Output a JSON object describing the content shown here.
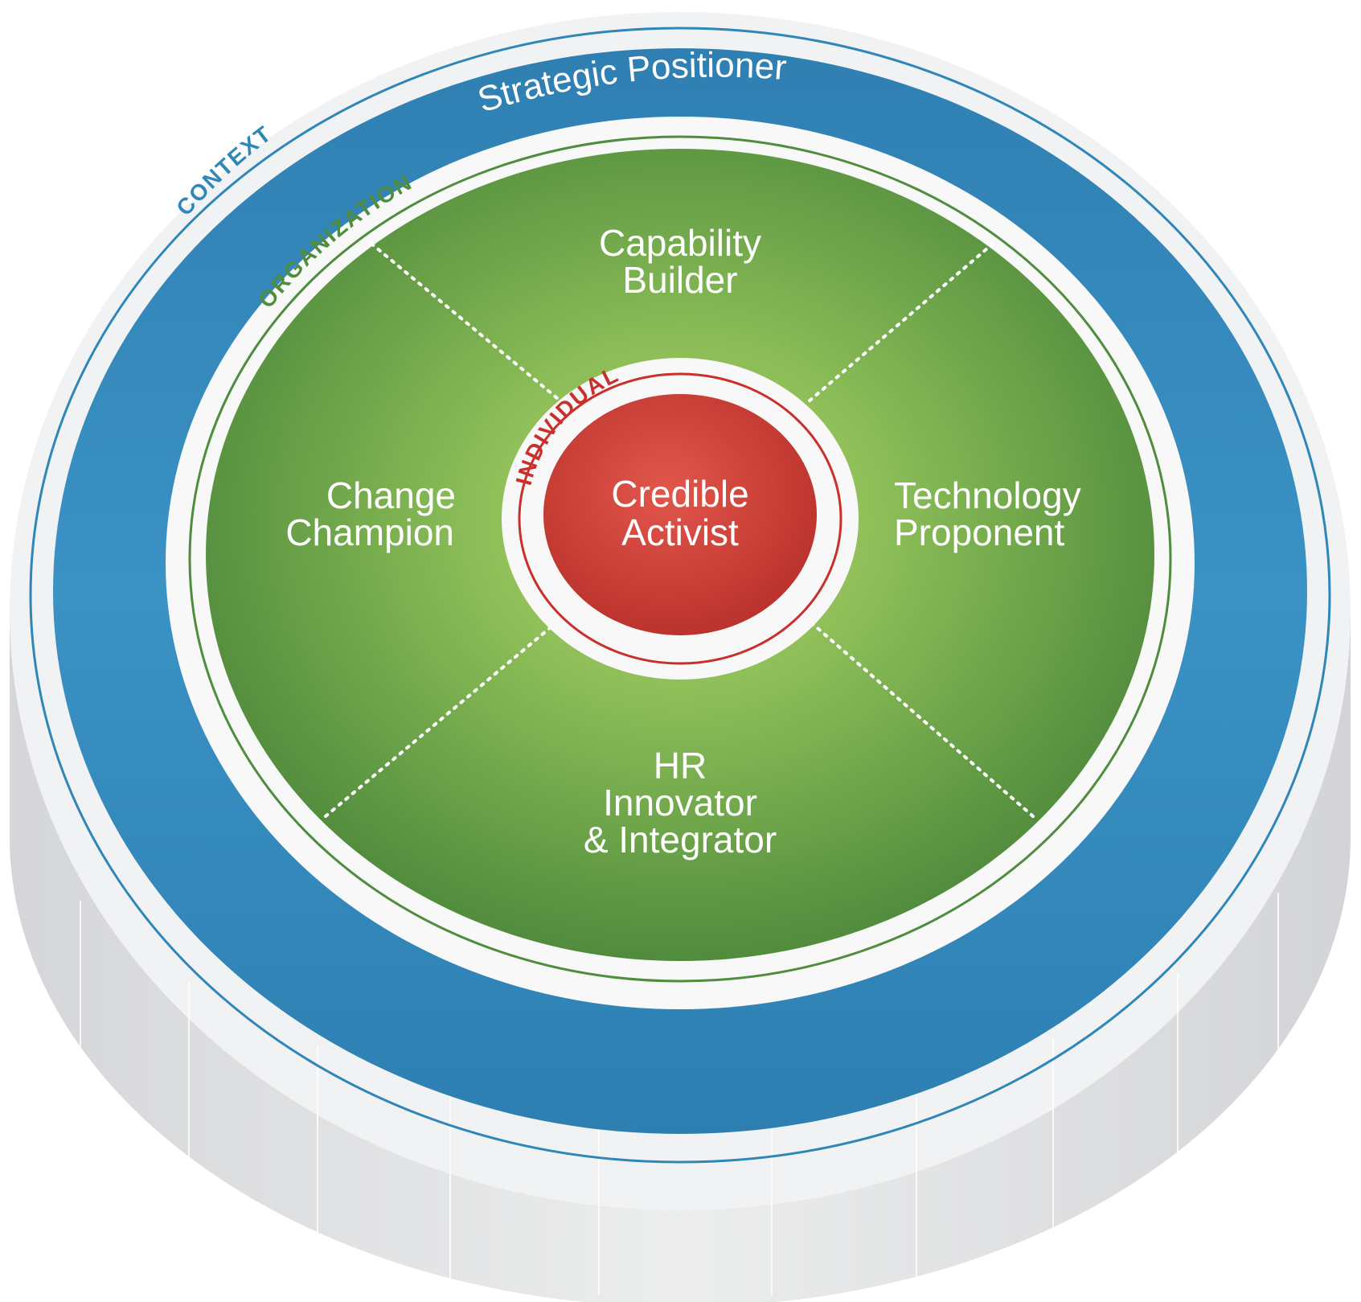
{
  "rings": {
    "context": {
      "label": "CONTEXT",
      "title": "Strategic Positioner"
    },
    "organization": {
      "label": "ORGANIZATION"
    },
    "individual": {
      "label": "INDIVIDUAL",
      "title_lines": [
        "Credible",
        "Activist"
      ]
    }
  },
  "quadrants": {
    "top": {
      "lines": [
        "Capability",
        "Builder"
      ]
    },
    "left": {
      "lines": [
        "Change",
        "Champion"
      ]
    },
    "right": {
      "lines": [
        "Technology",
        "Proponent"
      ]
    },
    "bottom": {
      "lines": [
        "HR",
        "Innovator",
        "& Integrator"
      ]
    }
  },
  "colors": {
    "blue": "#2f86b9",
    "green": "#5e9e46",
    "green_light": "#a5cc62",
    "red": "#d8423a",
    "red_line": "#c9302c",
    "base_gray": "#dcdde0",
    "white": "#ffffff"
  }
}
